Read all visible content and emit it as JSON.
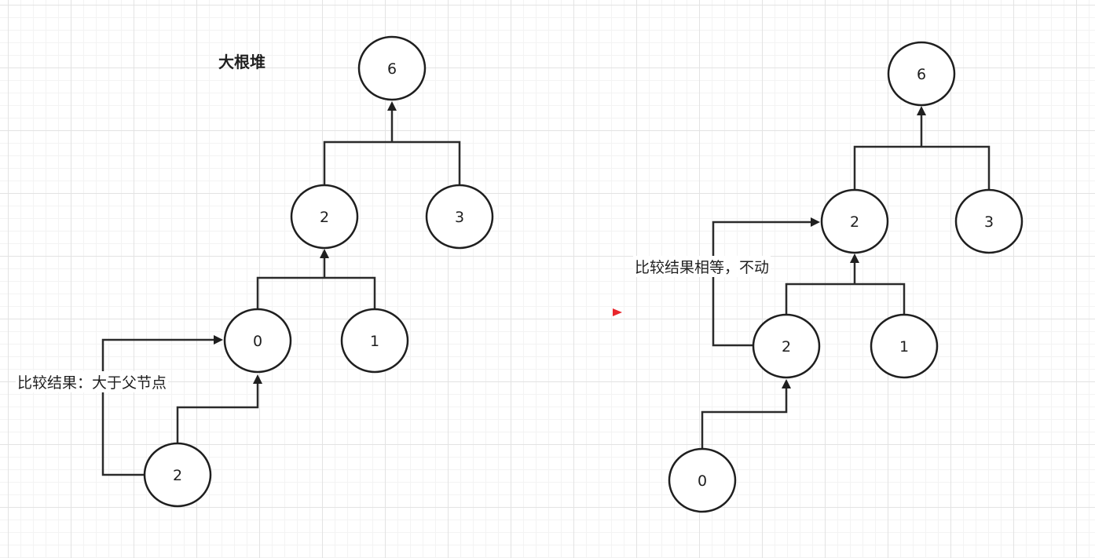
{
  "title": "大根堆",
  "annotations": {
    "left": "比较结果：大于父节点",
    "right": "比较结果相等，不动"
  },
  "left_tree": {
    "nodes": [
      {
        "id": "L_root",
        "value": "6"
      },
      {
        "id": "L_a",
        "value": "2"
      },
      {
        "id": "L_b",
        "value": "3"
      },
      {
        "id": "L_c",
        "value": "0"
      },
      {
        "id": "L_d",
        "value": "1"
      },
      {
        "id": "L_new",
        "value": "2"
      }
    ]
  },
  "right_tree": {
    "nodes": [
      {
        "id": "R_root",
        "value": "6"
      },
      {
        "id": "R_a",
        "value": "2"
      },
      {
        "id": "R_b",
        "value": "3"
      },
      {
        "id": "R_c",
        "value": "2"
      },
      {
        "id": "R_d",
        "value": "1"
      },
      {
        "id": "R_new",
        "value": "0"
      }
    ]
  },
  "colors": {
    "transition_arrow": "#e8262c",
    "stroke": "#1f1f1f"
  }
}
